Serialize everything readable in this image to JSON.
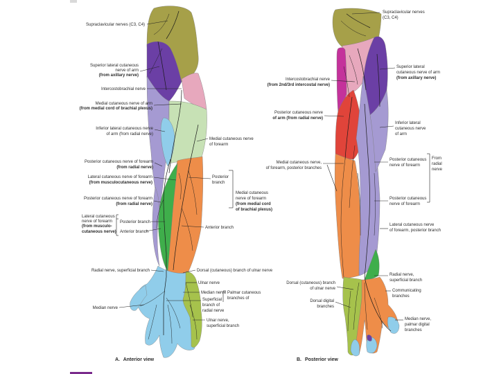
{
  "colors": {
    "olive": "#a6a049",
    "purple": "#6b3fa5",
    "pink": "#e7a8bd",
    "lavender": "#a59ad2",
    "lightgreen": "#c7e1b5",
    "green": "#3fae4b",
    "orange": "#ee8d49",
    "lightblue": "#90cdea",
    "yellowgreen": "#a6c24c",
    "red": "#e0443a",
    "magenta": "#c4329b"
  },
  "anterior": {
    "caption_letter": "A.",
    "caption_text": "Anterior view",
    "labels": {
      "supraclavicular": "Supraclavicular nerves (C3, C4)",
      "sup_lat_1": "Superior lateral cutaneous",
      "sup_lat_2": "nerve of arm",
      "sup_lat_3": "(from axillary nerve)",
      "intercostobrachial": "Intercostobrachial nerve",
      "med_cut_arm_1": "Medial cutaneous nerve of arm",
      "med_cut_arm_2": "(from medial cord of brachial plexus)",
      "inf_lat_1": "Inferior lateral cutaneous nerve",
      "inf_lat_2": "of arm (from radial nerve)",
      "post_cut_forearm_1": "Posterior cutaneous nerve of forearm",
      "post_cut_forearm_2": "(from radial nerve)",
      "lat_cut_forearm_1": "Lateral cutaneous nerve of forearm",
      "lat_cut_forearm_2": "(from musculocutaneous nerve)",
      "post_cut_forearm_b_1": "Posterior cutaneous nerve of forearm",
      "post_cut_forearm_b_2": "(from radial nerve)",
      "lat_cut_branch_1": "Lateral cutaneous",
      "lat_cut_branch_2": "nerve of forearm",
      "lat_cut_branch_3": "(from musculo-",
      "lat_cut_branch_4": "cutaneous nerve)",
      "posterior_branch": "Posterior branch",
      "anterior_branch": "Anterior branch",
      "med_cut_forearm_1": "Medial cutaneous nerve",
      "med_cut_forearm_2": "of forearm",
      "posterior_branch_r1": "Posterior",
      "posterior_branch_r2": "branch",
      "med_cut_long_1": "Medial cutaneous",
      "med_cut_long_2": "nerve of forearm",
      "med_cut_long_3": "(from medial cord",
      "med_cut_long_4": "of brachial plexus)",
      "anterior_branch_r": "Anterior branch",
      "radial_superficial": "Radial nerve, superficial branch",
      "dorsal_ulnar": "Dorsal (cutaneous) branch of ulnar nerve",
      "ulnar_nerve": "Ulnar nerve",
      "median_nerve": "Median nerve",
      "palmar_1": "Palmar cutaneous",
      "palmar_2": "branches of",
      "sup_branch_1": "Superficial",
      "sup_branch_2": "branch of",
      "sup_branch_3": "radial nerve",
      "median_nerve_left": "Median nerve",
      "ulnar_sup_1": "Ulnar nerve,",
      "ulnar_sup_2": "superficial branch"
    }
  },
  "posterior": {
    "caption_letter": "B.",
    "caption_text": "Posterior view",
    "labels": {
      "supraclavicular_1": "Supraclavicular nerves",
      "supraclavicular_2": "(C3, C4)",
      "sup_lat_1": "Superior lateral",
      "sup_lat_2": "cutaneous nerve of arm",
      "sup_lat_3": "(from axillary nerve)",
      "intercosto_1": "Intercostobrachial nerve",
      "intercosto_2": "(from 2nd/3rd intercostal nerve)",
      "post_cut_arm_1": "Posterior cutaneous nerve",
      "post_cut_arm_2": "of arm (from radial nerve)",
      "inf_lat_1": "Inferior lateral",
      "inf_lat_2": "cutaneous nerve",
      "inf_lat_3": "of arm",
      "med_cut_1": "Medial cutaneous nerve,",
      "med_cut_2": "of forearm, posterior branches",
      "post_cut_forearm_1": "Posterior cutaneous",
      "post_cut_forearm_2": "nerve of forearm",
      "from_1": "From",
      "from_2": "radial",
      "from_3": "nerve",
      "post_cut_forearm_b_1": "Posterior cutaneous",
      "post_cut_forearm_b_2": "nerve of forearm",
      "lat_cut_1": "Lateral cutaneous nerve",
      "lat_cut_2": "of forearm, posterior branch",
      "radial_sup_1": "Radial nerve,",
      "radial_sup_2": "superficial branch",
      "communicating_1": "Communicating",
      "communicating_2": "branches",
      "dorsal_branch_1": "Dorsal (cutaneous) branch",
      "dorsal_branch_2": "of ulnar nerve",
      "dorsal_digital_1": "Dorsal digital",
      "dorsal_digital_2": "branches",
      "median_palmar_1": "Median nerve,",
      "median_palmar_2": "palmar digital",
      "median_palmar_3": "branches"
    }
  }
}
